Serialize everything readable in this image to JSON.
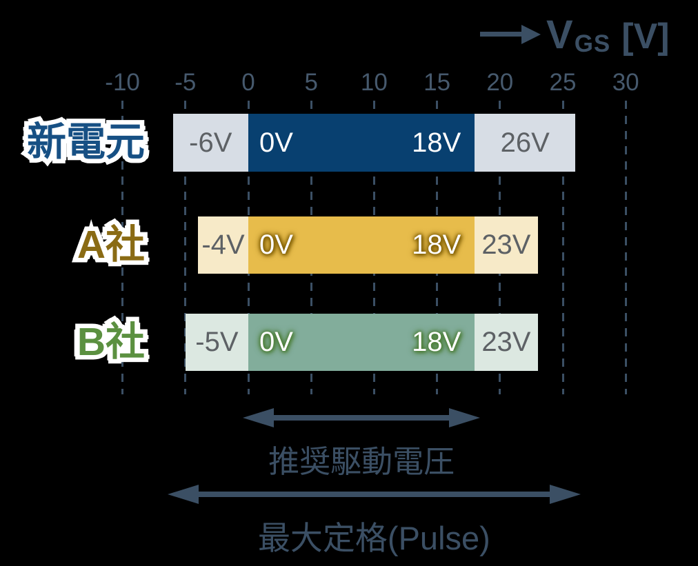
{
  "axis": {
    "title_main": "V",
    "title_sub": "GS",
    "title_unit": "[V]",
    "min": -10,
    "max": 30,
    "ticks": [
      {
        "label": "-10",
        "value": -10
      },
      {
        "label": "-5",
        "value": -5
      },
      {
        "label": "0",
        "value": 0
      },
      {
        "label": "5",
        "value": 5
      },
      {
        "label": "10",
        "value": 10
      },
      {
        "label": "15",
        "value": 15
      },
      {
        "label": "20",
        "value": 20
      },
      {
        "label": "25",
        "value": 25
      },
      {
        "label": "30",
        "value": 30
      }
    ]
  },
  "chart_data": {
    "type": "bar",
    "orientation": "horizontal-range",
    "xlabel": "VGS [V]",
    "xlim": [
      -10,
      30
    ],
    "x_ticks": [
      -10,
      -5,
      0,
      5,
      10,
      15,
      20,
      25,
      30
    ],
    "grid": "dashed-vertical",
    "series": [
      {
        "name": "新電元",
        "outer_range_v": [
          -6,
          26
        ],
        "inner_range_v": [
          0,
          18
        ],
        "labels": {
          "outer_min": "-6V",
          "inner_min": "0V",
          "inner_max": "18V",
          "outer_max": "26V"
        },
        "colors": {
          "outer": "#d7dde5",
          "inner": "#084070",
          "label": "#175084"
        }
      },
      {
        "name": "A社",
        "outer_range_v": [
          -4,
          23
        ],
        "inner_range_v": [
          0,
          18
        ],
        "labels": {
          "outer_min": "-4V",
          "inner_min": "0V",
          "inner_max": "18V",
          "outer_max": "23V"
        },
        "colors": {
          "outer": "#f7eac8",
          "inner": "#e7bc4b",
          "label": "#8a6b14"
        }
      },
      {
        "name": "B社",
        "outer_range_v": [
          -5,
          23
        ],
        "inner_range_v": [
          0,
          18
        ],
        "labels": {
          "outer_min": "-5V",
          "inner_min": "0V",
          "inner_max": "18V",
          "outer_max": "23V"
        },
        "colors": {
          "outer": "#dce8e1",
          "inner": "#82ad9b",
          "label": "#5b9040"
        }
      }
    ],
    "annotations": [
      {
        "text": "推奨駆動電圧",
        "from_v": 0,
        "to_v": 18
      },
      {
        "text": "最大定格(Pulse)",
        "from_v": -6,
        "to_v": 26
      }
    ]
  },
  "colors": {
    "slate": "#3b4f64",
    "tick_text": "#46596d",
    "value_text": "#5d6165",
    "gold_glow": "#7c5b00",
    "green_glow": "#4a7c33",
    "background": "#000000"
  }
}
